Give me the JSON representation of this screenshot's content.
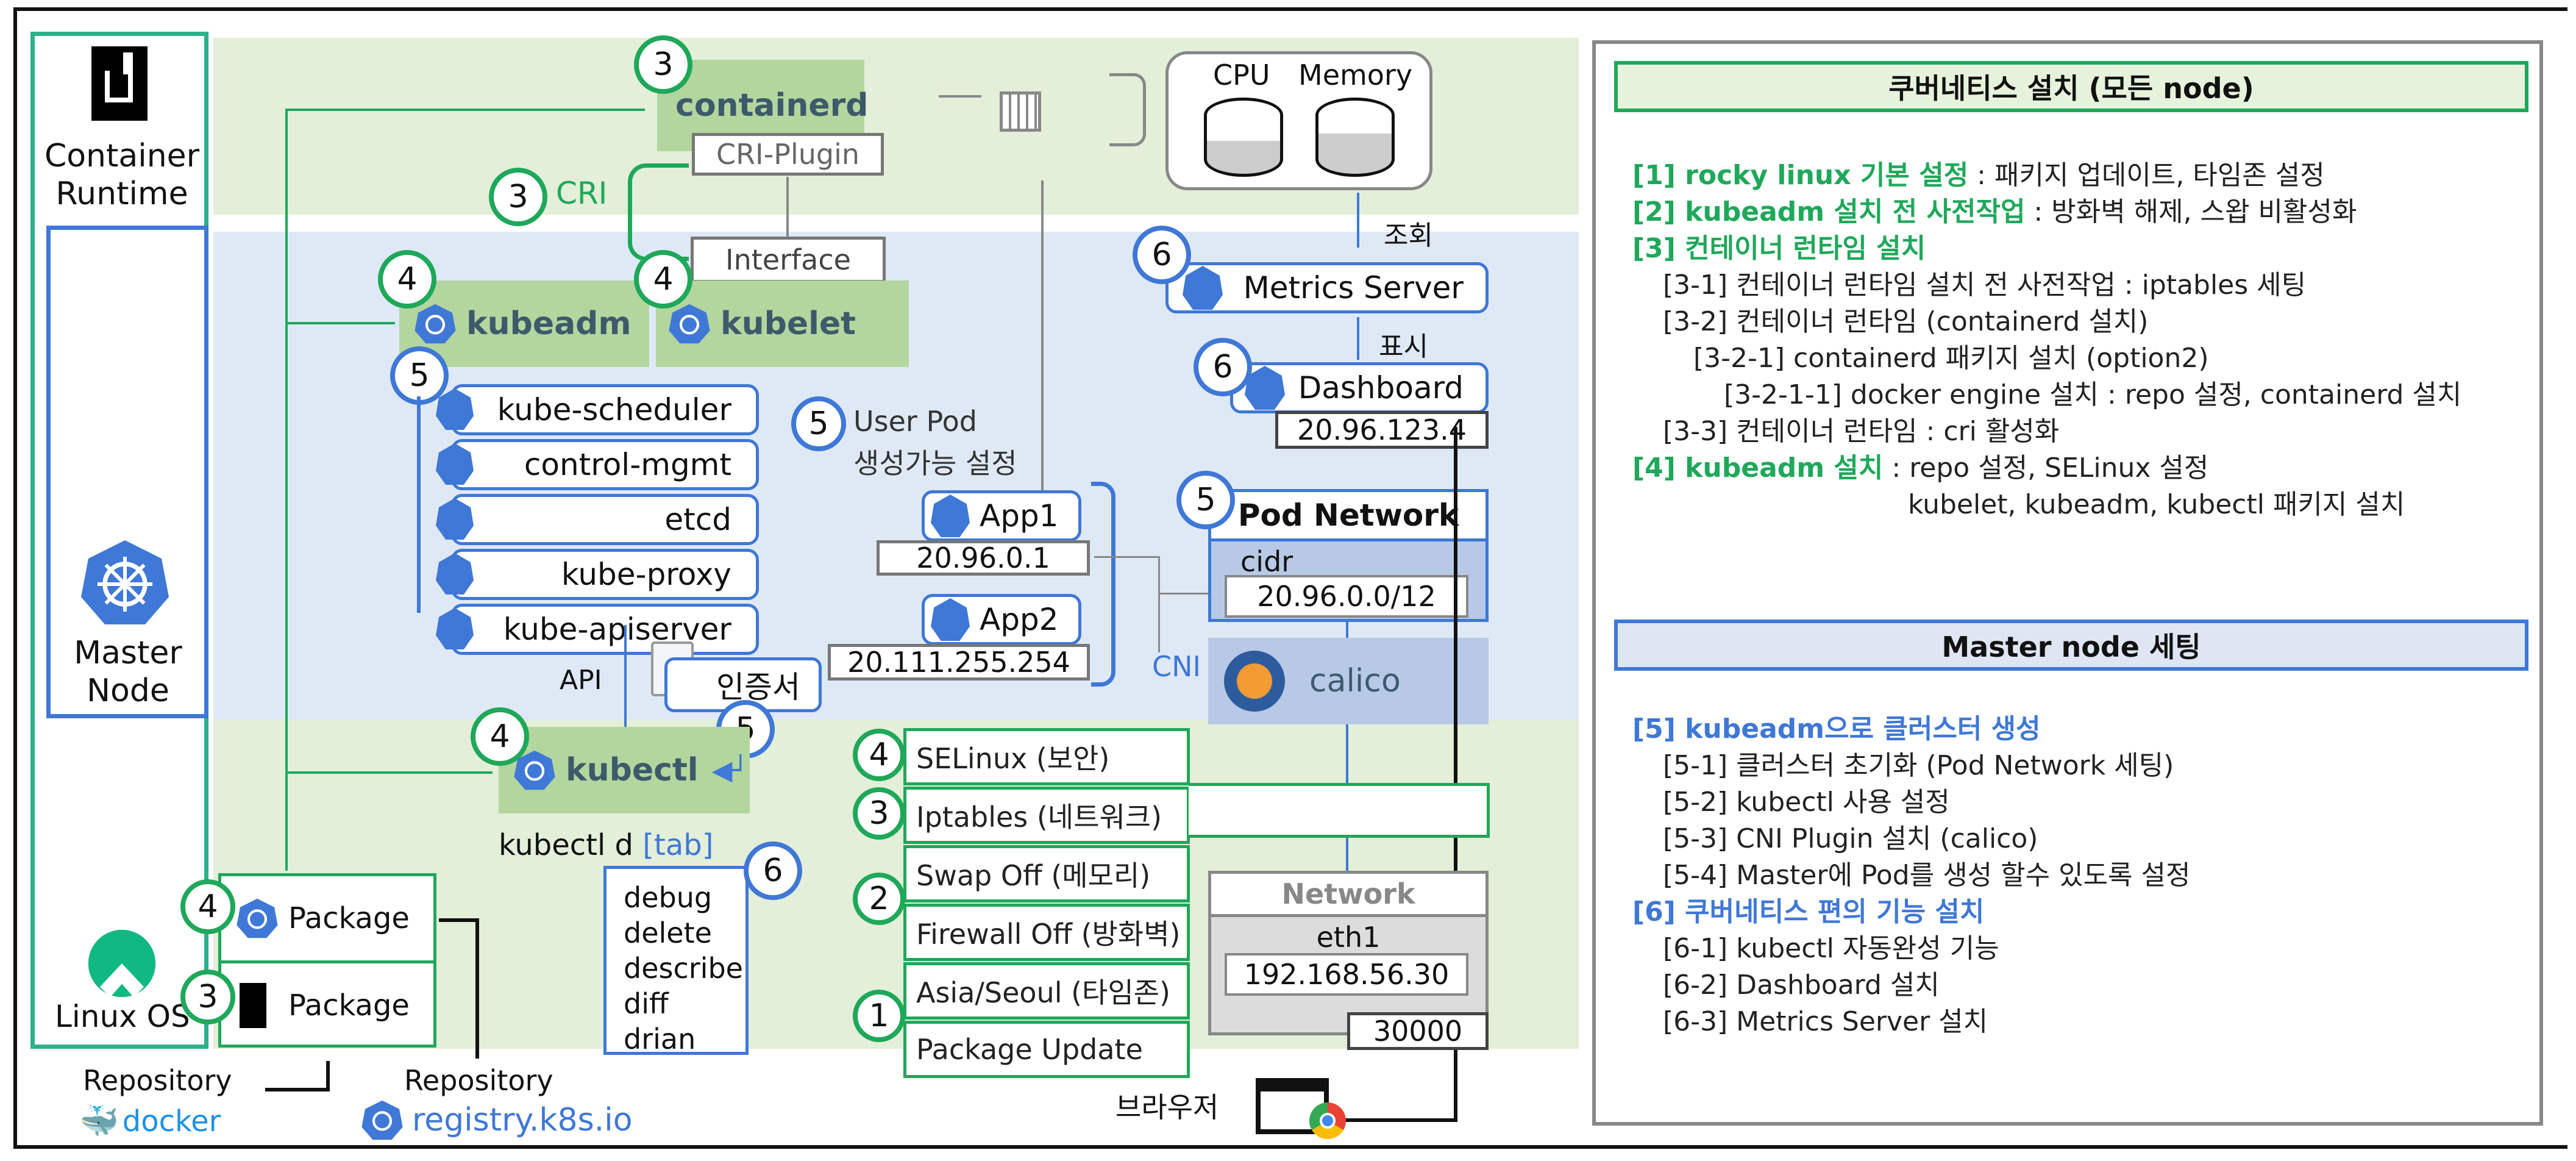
{
  "left_column": {
    "container_runtime_label": "Container\nRuntime",
    "master_node_label": "Master\nNode",
    "linux_os_label": "Linux OS"
  },
  "containerd": {
    "step": "3",
    "label": "containerd",
    "cri_plugin": "CRI-Plugin"
  },
  "cri": {
    "step": "3",
    "label": "CRI",
    "interface": "Interface"
  },
  "resources": {
    "cpu": "CPU",
    "memory": "Memory"
  },
  "kubeadm": {
    "step": "4",
    "label": "kubeadm"
  },
  "kubelet": {
    "step": "4",
    "label": "kubelet"
  },
  "control_plane": {
    "step": "5",
    "pods": [
      "kube-scheduler",
      "control-mgmt",
      "etcd",
      "kube-proxy",
      "kube-apiserver"
    ]
  },
  "api": {
    "label": "API",
    "cert_label": "인증서",
    "cert_step": "5"
  },
  "user_pod": {
    "step": "5",
    "label_line1": "User Pod",
    "label_line2": "생성가능 설정"
  },
  "apps": [
    {
      "name": "App1",
      "ip": "20.96.0.1"
    },
    {
      "name": "App2",
      "ip": "20.111.255.254"
    }
  ],
  "cni_label": "CNI",
  "pod_network": {
    "step": "5",
    "title": "Pod Network",
    "cidr_label": "cidr",
    "cidr_value": "20.96.0.0/12"
  },
  "calico": {
    "label": "calico"
  },
  "metrics": {
    "step": "6",
    "label": "Metrics Server",
    "query_label": "조회",
    "display_label": "표시"
  },
  "dashboard": {
    "step": "6",
    "label": "Dashboard",
    "ip": "20.96.123.4"
  },
  "kubectl": {
    "step": "4",
    "label": "kubectl",
    "step2": "5",
    "autocomplete_cmd": "kubectl d ",
    "autocomplete_tab": "[tab]"
  },
  "autocomplete": {
    "step": "6",
    "items": [
      "debug",
      "delete",
      "describe",
      "diff",
      "drian"
    ]
  },
  "os_settings": [
    {
      "step": "4",
      "label": "SELinux (보안)"
    },
    {
      "step": "3",
      "label": "Iptables (네트워크)"
    },
    {
      "step": "2",
      "label": "Swap Off (메모리)"
    },
    {
      "step": "",
      "label": "Firewall Off (방화벽)"
    },
    {
      "step": "1",
      "label": "Asia/Seoul (타임존)"
    },
    {
      "step": "",
      "label": "Package Update"
    }
  ],
  "network": {
    "title": "Network",
    "iface": "eth1",
    "ip": "192.168.56.30",
    "port": "30000"
  },
  "browser_label": "브라우저",
  "packages": [
    {
      "step": "4",
      "label": "Package"
    },
    {
      "step": "3",
      "label": "Package"
    }
  ],
  "repositories": [
    {
      "label": "Repository",
      "source": "docker"
    },
    {
      "label": "Repository",
      "source": "registry.k8s.io"
    }
  ],
  "right_panel": {
    "section1_title": "쿠버네티스 설치 (모든 node)",
    "section1_items": [
      {
        "head": "[1] rocky linux 기본 설정",
        "rest": " : 패키지 업데이트, 타임존 설정",
        "level": 0
      },
      {
        "head": "[2] kubeadm 설치 전 사전작업",
        "rest": " : 방화벽 해제, 스왑 비활성화",
        "level": 0
      },
      {
        "head": "[3] 컨테이너 런타임 설치",
        "rest": "",
        "level": 0
      },
      {
        "head": "",
        "rest": "[3-1] 컨테이너 런타임 설치 전 사전작업 : iptables 세팅",
        "level": 1
      },
      {
        "head": "",
        "rest": "[3-2] 컨테이너 런타임 (containerd 설치)",
        "level": 1
      },
      {
        "head": "",
        "rest": "[3-2-1] containerd 패키지 설치 (option2)",
        "level": 2
      },
      {
        "head": "",
        "rest": "[3-2-1-1] docker engine 설치 : repo 설정, containerd 설치",
        "level": 3
      },
      {
        "head": "",
        "rest": "[3-3] 컨테이너 런타임 : cri 활성화",
        "level": 1
      },
      {
        "head": "[4] kubeadm 설치",
        "rest": " : repo 설정, SELinux 설정",
        "level": 0
      },
      {
        "head": "",
        "rest": "kubelet, kubeadm, kubectl 패키지 설치",
        "level": 4
      }
    ],
    "section2_title": "Master node 세팅",
    "section2_items": [
      {
        "head": "[5] kubeadm으로 클러스터 생성",
        "rest": "",
        "level": 0
      },
      {
        "head": "",
        "rest": "[5-1] 클러스터 초기화 (Pod Network 세팅)",
        "level": 1
      },
      {
        "head": "",
        "rest": "[5-2] kubectl 사용 설정",
        "level": 1
      },
      {
        "head": "",
        "rest": "[5-3] CNI Plugin 설치 (calico)",
        "level": 1
      },
      {
        "head": "",
        "rest": "[5-4] Master에 Pod를 생성 할수 있도록 설정",
        "level": 1
      },
      {
        "head": "[6] 쿠버네티스 편의 기능 설치",
        "rest": "",
        "level": 0
      },
      {
        "head": "",
        "rest": "[6-1] kubectl 자동완성 기능",
        "level": 1
      },
      {
        "head": "",
        "rest": "[6-2] Dashboard 설치",
        "level": 1
      },
      {
        "head": "",
        "rest": "[6-3] Metrics Server 설치",
        "level": 1
      }
    ]
  },
  "colors": {
    "green": "#1fa85a",
    "blue": "#3f78d6",
    "band_green": "#e3efd9",
    "band_blue": "#dfe9f6"
  }
}
